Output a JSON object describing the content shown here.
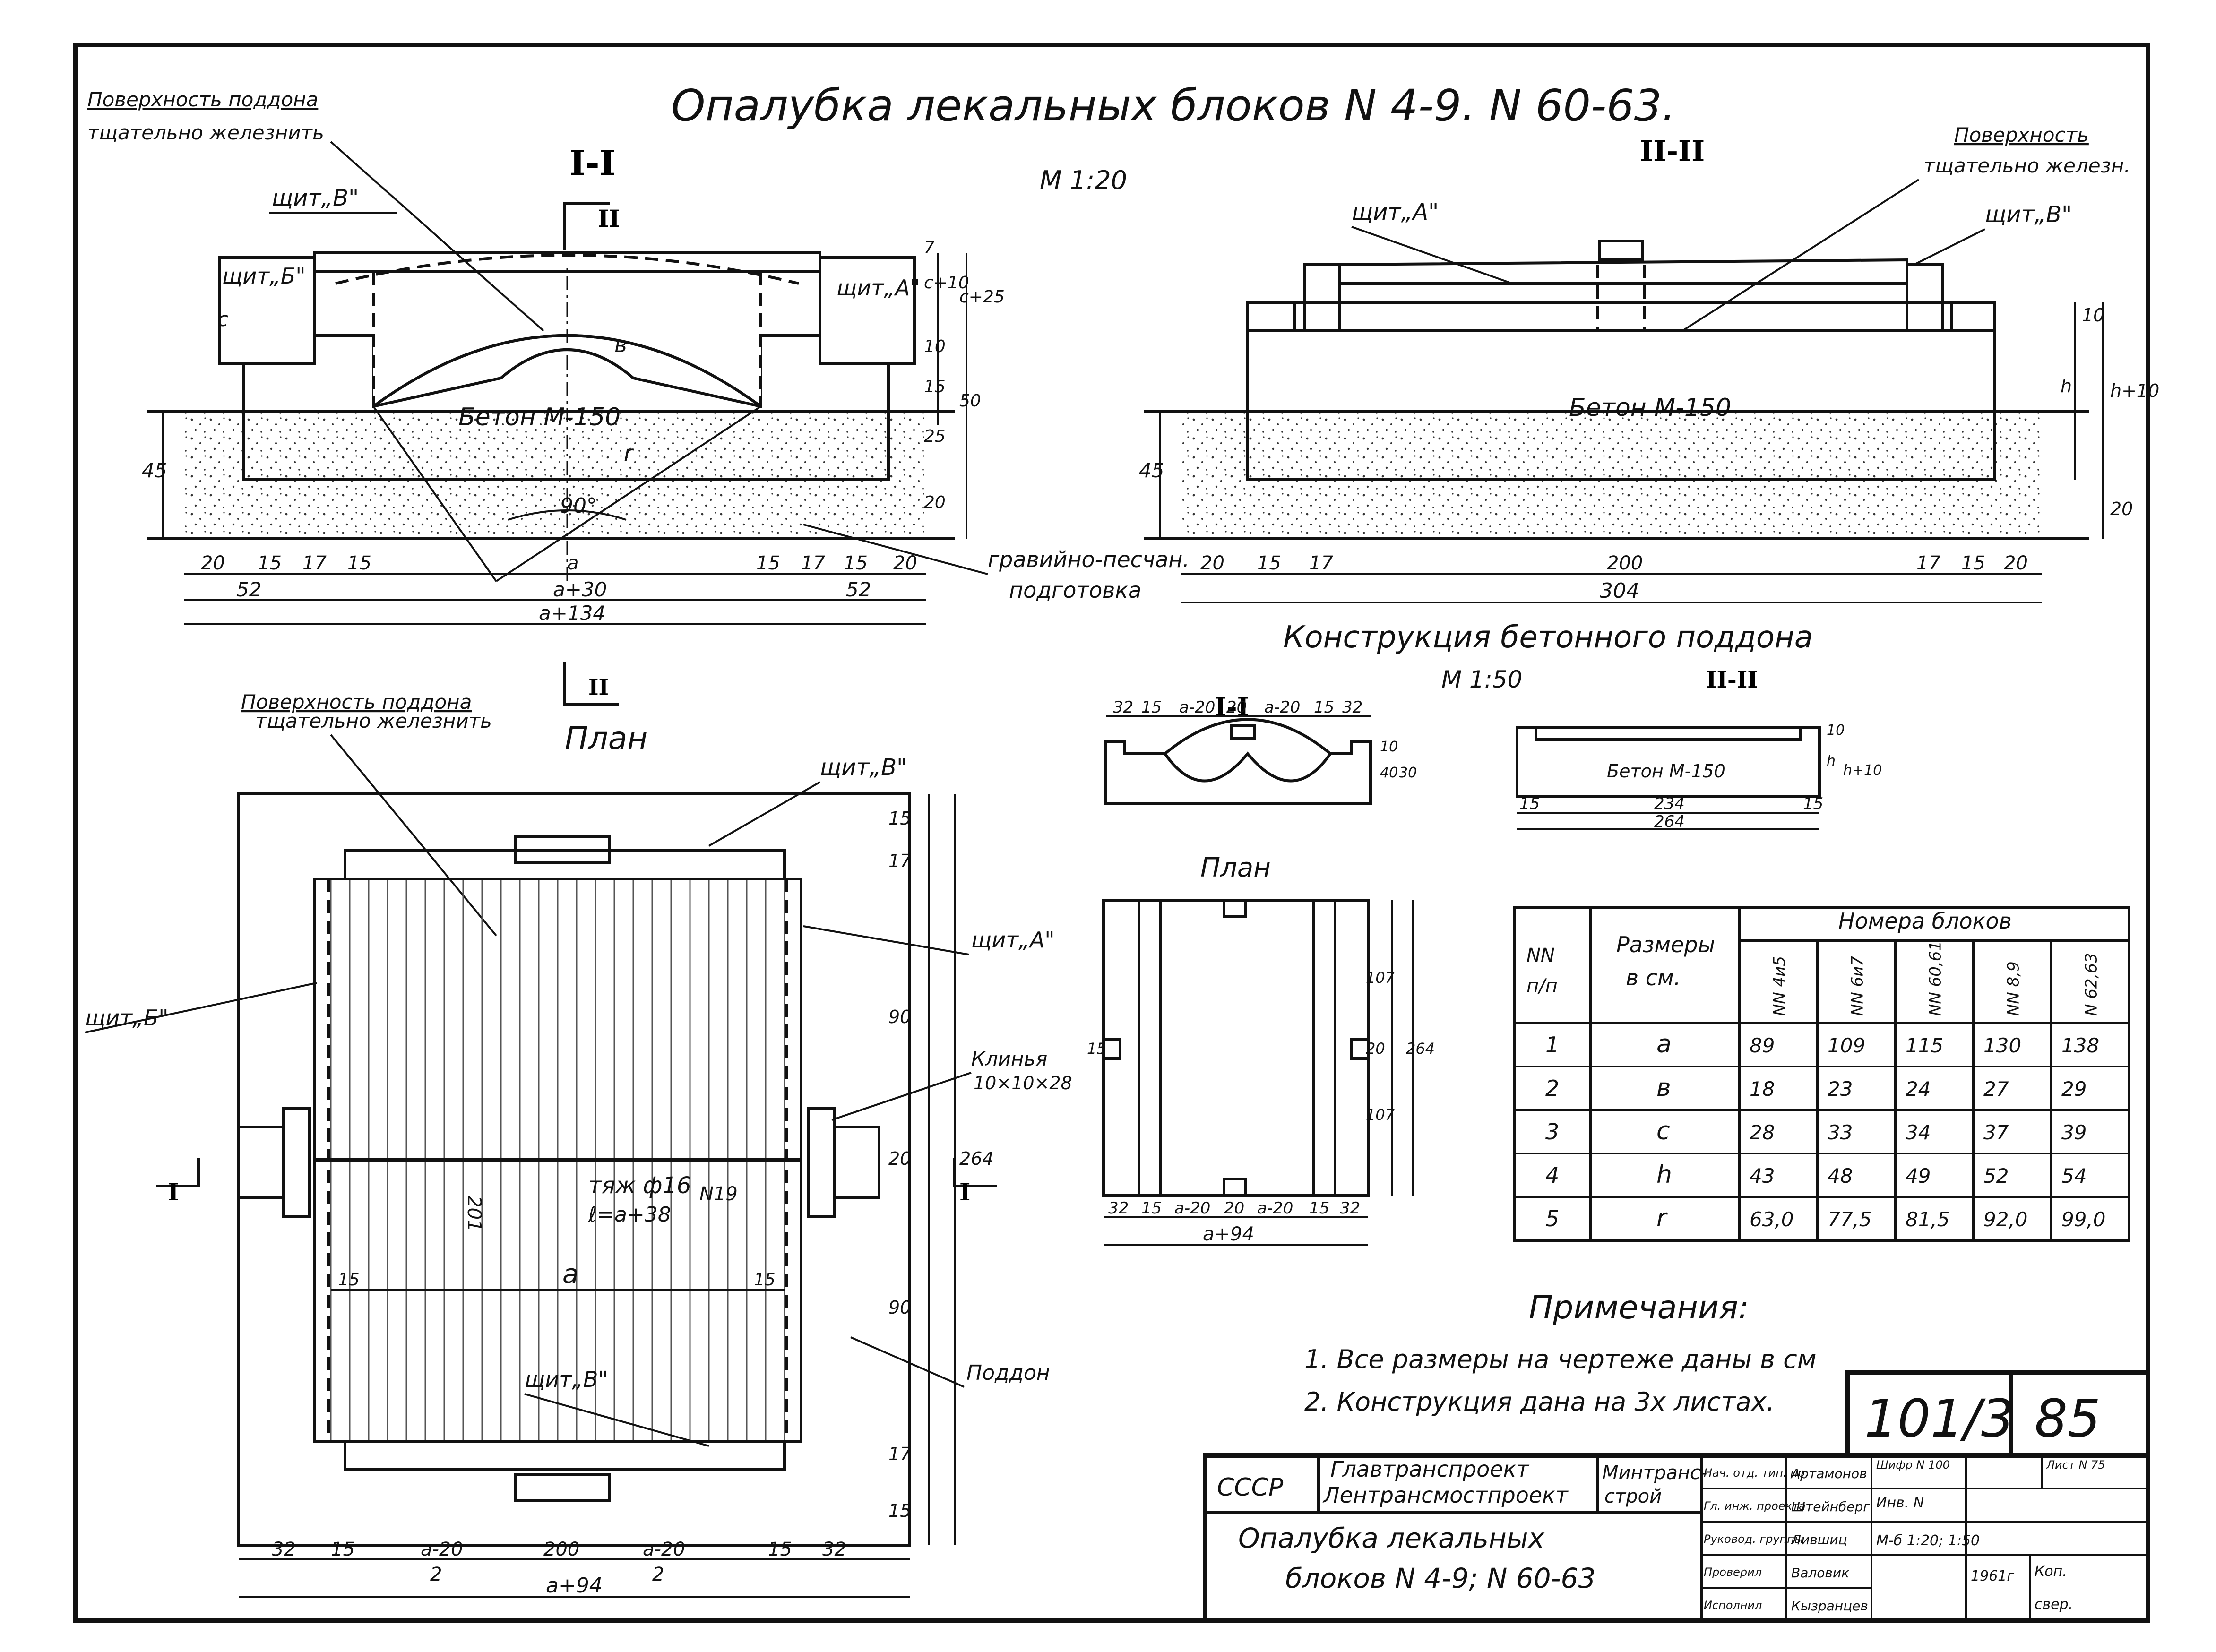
{
  "title": "Опалубка лекальных блоков N 4-9. N 60-63.",
  "section1": {
    "label": "I-I",
    "scale": "М 1:20",
    "cut_mark": "II",
    "leaders": {
      "surface1": "Поверхность поддона",
      "surface2": "тщательно железнить",
      "shield_v": "щит„В\"",
      "shield_b": "щит„Б\"",
      "shield_a": "щит„А\"",
      "gravel1": "гравийно-песчан.",
      "gravel2": "подготовка"
    },
    "concrete": "Бетон М-150",
    "angle": "90°",
    "r": "r",
    "b": "в",
    "c": "с",
    "dims_bottom1": [
      "20",
      "15",
      "17",
      "15",
      "a",
      "15",
      "17",
      "15",
      "20"
    ],
    "dims_bottom2": [
      "52",
      "a+30",
      "52"
    ],
    "dims_bottom3": "a+134",
    "dims_right": [
      "7",
      "с+10",
      "с+25",
      "10",
      "15",
      "50",
      "25",
      "20"
    ],
    "dim_left": "45"
  },
  "section2": {
    "label": "II-II",
    "leaders": {
      "surface1": "Поверхность",
      "surface2": "тщательно железн.",
      "shield_a": "щит„А\"",
      "shield_v": "щит„В\""
    },
    "concrete": "Бетон М-150",
    "dims_bottom1": [
      "20",
      "15",
      "17",
      "200",
      "17",
      "15",
      "20"
    ],
    "dims_bottom2": "304",
    "dims_right": [
      "10",
      "h",
      "h+10",
      "20"
    ],
    "dim_left": "45"
  },
  "pallet": {
    "title": "Конструкция бетонного поддона",
    "scale": "М 1:50",
    "s1_label": "I-I",
    "s2_label": "II-II",
    "s1_dims": [
      "32",
      "15",
      "a-20",
      "20",
      "a-20",
      "15",
      "32"
    ],
    "s1_side": [
      "10",
      "40",
      "30"
    ],
    "s2_concrete": "Бетон М-150",
    "s2_dims": [
      "15",
      "234",
      "15"
    ],
    "s2_total": "264",
    "s2_side": [
      "10",
      "h",
      "h+10"
    ],
    "plan_label": "План",
    "plan_right": [
      "107",
      "20",
      "107",
      "264"
    ],
    "plan_dims": [
      "32",
      "15",
      "a-20",
      "20",
      "a-20",
      "15",
      "32"
    ],
    "plan_total": "a+94",
    "plan_side": "15"
  },
  "plan": {
    "label": "План",
    "surface1": "Поверхность поддона",
    "surface2": "тщательно железнить",
    "shield_v": "щит„В\"",
    "shield_a": "щит„А\"",
    "shield_b": "щит„Б\"",
    "wedges1": "Клинья",
    "wedges2": "10×10×28",
    "rod1": "тяж ф16",
    "rod_no": "N19",
    "rod2": "ℓ=a+38",
    "pallet": "Поддон",
    "shield_v2": "щит„В\"",
    "a": "a",
    "d201": "201",
    "d15l": "15",
    "d15r": "15",
    "cut_i": "I",
    "dims_right": [
      "15",
      "17",
      "90",
      "20",
      "90",
      "17",
      "15"
    ],
    "d264": "264",
    "dims_bottom": [
      "32",
      "15",
      "a-20",
      "200",
      "a-20",
      "15",
      "32"
    ],
    "denom": "2",
    "total": "a+94"
  },
  "table": {
    "head_no1": "NN",
    "head_no2": "п/п",
    "head_size1": "Размеры",
    "head_size2": "в см.",
    "head_blocks": "Номера блоков",
    "cols": [
      "NN 4и5",
      "NN 6и7",
      "NN 60,61",
      "NN 8,9",
      "N 62,63"
    ],
    "rows": [
      {
        "n": "1",
        "p": "a",
        "v": [
          "89",
          "109",
          "115",
          "130",
          "138"
        ]
      },
      {
        "n": "2",
        "p": "в",
        "v": [
          "18",
          "23",
          "24",
          "27",
          "29"
        ]
      },
      {
        "n": "3",
        "p": "с",
        "v": [
          "28",
          "33",
          "34",
          "37",
          "39"
        ]
      },
      {
        "n": "4",
        "p": "h",
        "v": [
          "43",
          "48",
          "49",
          "52",
          "54"
        ]
      },
      {
        "n": "5",
        "p": "r",
        "v": [
          "63,0",
          "77,5",
          "81,5",
          "92,0",
          "99,0"
        ]
      }
    ]
  },
  "notes": {
    "title": "Примечания:",
    "n1": "1. Все размеры на чертеже даны в см",
    "n2": "2. Конструкция дана на 3х листах."
  },
  "stamp": {
    "code": "101/3",
    "sheet": "85",
    "ussr": "СССР",
    "org1": "Главтранспроект",
    "org2": "Лентрансмостпроект",
    "ministry1": "Минтранс-",
    "ministry2": "строй",
    "name1": "Опалубка лекальных",
    "name2": "блоков N 4-9; N 60-63",
    "roles": [
      "Нач. отд. тип. пр.",
      "Гл. инж. проекта",
      "Руковод. группы",
      "Проверил",
      "Исполнил"
    ],
    "names": [
      "Артамонов",
      "Штейнберг",
      "Лившиц",
      "Валовик",
      "Кызранцев"
    ],
    "shifr": "Шифр N 100",
    "list": "Лист N 75",
    "inv": "Инв. N",
    "scale": "М-б 1:20; 1:50",
    "year": "1961г",
    "kop": "Коп.",
    "sver": "свер."
  }
}
